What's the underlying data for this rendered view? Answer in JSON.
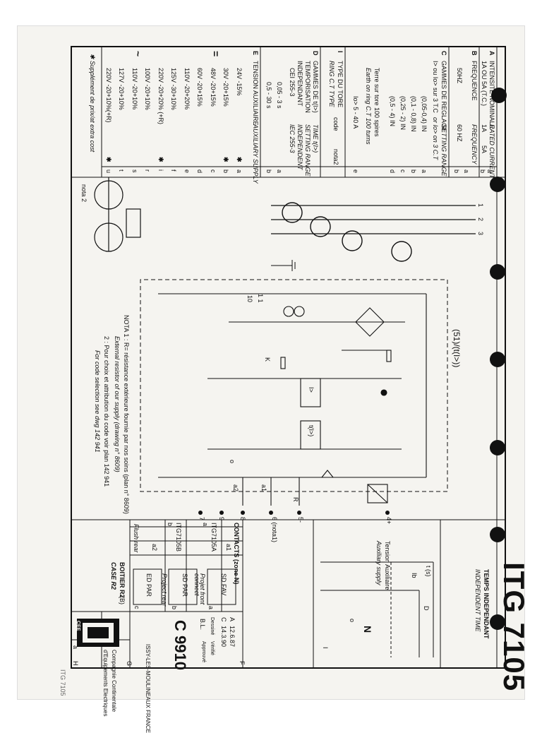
{
  "title": {
    "model": "ITG 7105",
    "subtitle_fr": "TEMPS INDEPENDANT",
    "subtitle_en": "INDEPENDENT TIME",
    "function": "(51)/(t(I>))"
  },
  "table": {
    "A": {
      "letter": "A",
      "label_fr": "INTENSITE NOMINALE",
      "label_en": "RATED CURRENT",
      "opts": [
        "1A OU 5A (T.C.)",
        "1A",
        "5A"
      ],
      "codes": [
        "a",
        "b"
      ]
    },
    "B": {
      "letter": "B",
      "label_fr": "FREQUENCE",
      "label_en": "FREQUENCY",
      "opts": [
        "50HZ",
        "60 HZ"
      ],
      "codes": [
        "a",
        "b"
      ]
    },
    "C": {
      "letter": "C",
      "label_fr": "GAMMES DE REGLAGE",
      "label_en": "SETTING RANGE",
      "sub1": "I> ou Io> sur 3 T.C",
      "sub2": "or Io> on 3 C.T",
      "rows": [
        "(0,05-0,4) IN",
        "(0,1 - 0,8) IN",
        "(0,25 - 2) IN",
        "(0,5 - 4) IN"
      ],
      "codes": [
        "a",
        "b",
        "c",
        "d"
      ],
      "tore_fr": "Terre sur tore 100 spires",
      "tore_en": "Earth on ring C.T 100 turns",
      "tore_range": "Io> 5 - 40 A",
      "tore_code": "e"
    },
    "I": {
      "letter": "I",
      "label_fr": "TYPE DU TORE",
      "label_en": "RING C.T TYPE",
      "code_label": "code",
      "note": "nota2"
    },
    "D": {
      "letter": "D",
      "label_fr": "GAMMES DE t(I>)",
      "label_en": "TIME t(I>)",
      "label2_fr": "TEMPORISATION",
      "label2_en": "SETTING RANGE",
      "label3_fr": "INDEPENDANT",
      "label3_en": "INDEPENDENT",
      "std_fr": "CEI 255-3",
      "std_en": "IEC 255-3",
      "rows": [
        "0,05 - 3 s",
        "0,5 - 30 s"
      ],
      "codes": [
        "a",
        "b"
      ]
    },
    "E": {
      "letter": "E",
      "label_fr": "TENSION AUXILIAIRE",
      "label_en": "AUXILIARY SUPPLY",
      "dc_symbol": "=",
      "ac_symbol": "~",
      "rows": [
        {
          "v": "24V -15%",
          "c": "a",
          "star": true
        },
        {
          "v": "30V -20+15%",
          "c": "b",
          "star": true
        },
        {
          "v": "48V -20+15%",
          "c": "c",
          "star": false
        },
        {
          "v": "60V -20+15%",
          "c": "d",
          "star": false
        },
        {
          "v": "110V -20+20%",
          "c": "e",
          "star": false
        },
        {
          "v": "125V -30+10%",
          "c": "f",
          "star": false
        },
        {
          "v": "220V -20+20% (+R)",
          "c": "i",
          "star": true
        },
        {
          "v": "100V -20+10%",
          "c": "r",
          "star": false
        },
        {
          "v": "110V -20+10%",
          "c": "s",
          "star": false
        },
        {
          "v": "127V -20+10%",
          "c": "t",
          "star": false
        },
        {
          "v": "220V -20+10%(+R)",
          "c": "u",
          "star": true
        }
      ],
      "supplement": "✱ Supplément de prix/at extra cost"
    }
  },
  "diagram": {
    "phases": [
      "1",
      "2",
      "3"
    ],
    "labels": {
      "k": "K",
      "i_gt": "I>",
      "t_i_gt": "t(I>)",
      "o": "o",
      "a1": "a1",
      "a2": "a2",
      "t1": "1 1",
      "t10": "10",
      "t4": "4+",
      "t5": "5-",
      "t6": "6 (nota1)",
      "t7": "7",
      "t8": "8",
      "t9": "9",
      "r": "R",
      "nota2": "nota 2"
    },
    "tension_fr": "Tension Auxiliaire",
    "tension_en": "Auxiliary supply",
    "nota1_fr": "NOTA 1 : R= résistance extérieure fournie par nos soins (plan n° 8609)",
    "nota1_en": "External resistor of our supply (drawing n° 8609)",
    "nota2_fr": "2 : Pour choix et attribution du code voir plan 142 941",
    "nota2_en": "For code selection see dwg 142 941"
  },
  "timecurve": {
    "t_axis": "t (s)",
    "i_axis": "I",
    "ib": "Ib",
    "n": "N",
    "o": "o",
    "D": "D"
  },
  "contacts": {
    "title": "CONTACTS (zone N)",
    "cols": [
      "ITG7105A",
      "a",
      "ITG7105B",
      "b"
    ],
    "rows": [
      "a1",
      "a2"
    ]
  },
  "housing": {
    "title_fr": "BOITIER R2",
    "title_en": "CASE R2",
    "code": "(B)",
    "items": [
      {
        "label": "SD FAV",
        "fr": "Projet front",
        "en": "connect",
        "code": "a"
      },
      {
        "label": "SD PAR",
        "fr": "Project rear",
        "en": "connect",
        "code": "b"
      },
      {
        "label": "ED PAR",
        "fr": "Flush rear",
        "en": "connect",
        "code": "c"
      }
    ]
  },
  "cartouche": {
    "drawing_no": "C 9910",
    "rev_a": "A",
    "rev_date_a": "12.6.87",
    "rev_b": "C",
    "rev_date_b": "14.3.90",
    "designer": "B.L.",
    "approved": "Approuvé",
    "checked": "Vérifié",
    "drawn": "Dessiné",
    "city": "ISSY-LES-MOULINEAUX FRANCE",
    "company1": "Compagnie Continentale",
    "company2": "d'Equipements Electriques",
    "logo": "CEE",
    "zone_labels": [
      "F",
      "G",
      "H"
    ],
    "sheet": "a",
    "ref_bottom": "ITG 7105"
  }
}
